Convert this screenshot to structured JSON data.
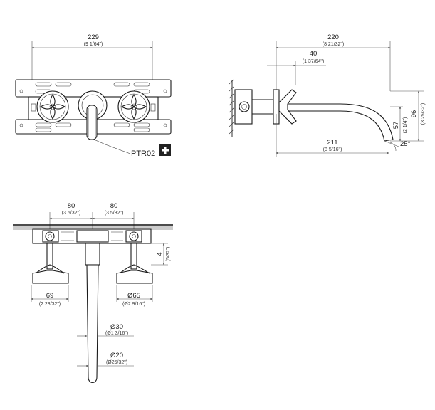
{
  "top_view": {
    "width_mm": "229",
    "width_in": "(9 1/64\")",
    "part_label": "PTR02",
    "part_icon": "plus-icon"
  },
  "side_view": {
    "total_mm": "220",
    "total_in": "(8 21/32\")",
    "offset_mm": "40",
    "offset_in": "(1 37/64\")",
    "spout_mm": "211",
    "spout_in": "(8 5/16\")",
    "height1_mm": "57",
    "height1_in": "(2 1/4\")",
    "height2_mm": "96",
    "height2_in": "(3 25/32\")",
    "angle": "25°"
  },
  "front_view": {
    "spacing_left_mm": "80",
    "spacing_left_in": "(3 5/32\")",
    "spacing_right_mm": "80",
    "spacing_right_in": "(3 5/32\")",
    "depth_mm": "4",
    "depth_in": "(5/32\")",
    "handle_mm": "69",
    "handle_in": "(2 23/32\")",
    "rosette_mm": "Ø65",
    "rosette_in": "(Ø2 9/16\")",
    "spout_base_mm": "Ø30",
    "spout_base_in": "(Ø1 3/16\")",
    "spout_tip_mm": "Ø20",
    "spout_tip_in": "(Ø25/32\")"
  }
}
